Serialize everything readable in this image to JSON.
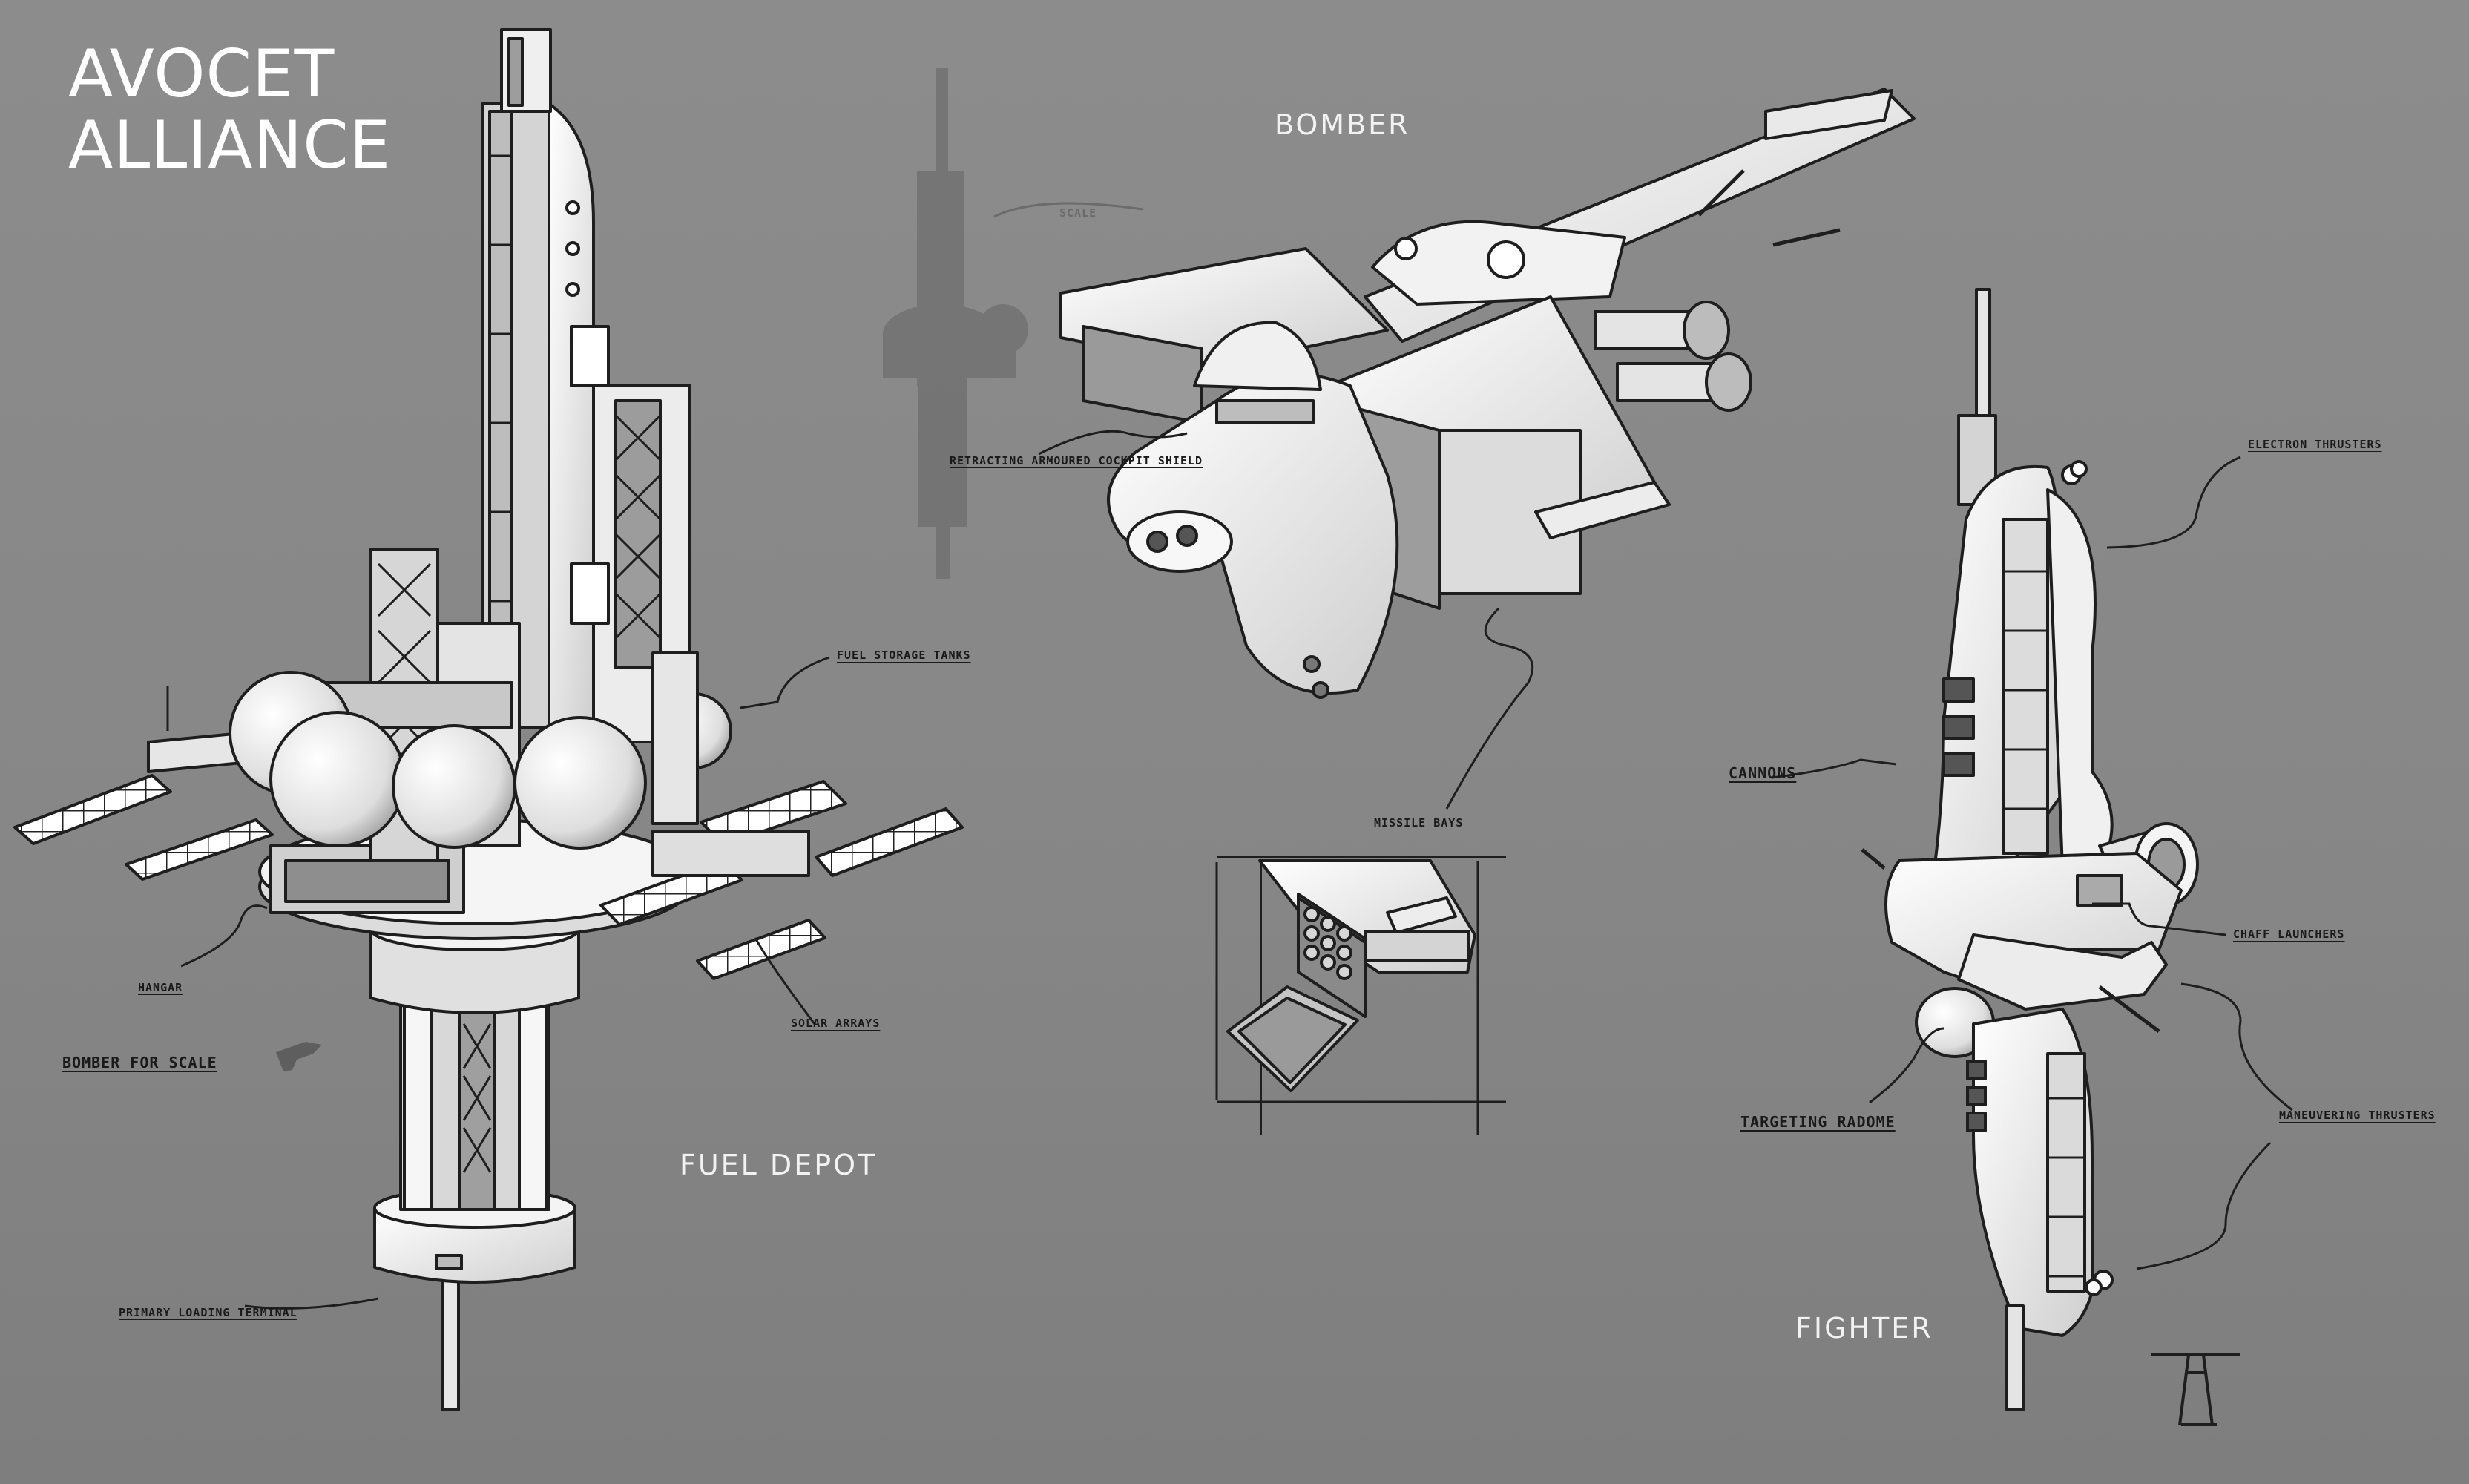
{
  "title": {
    "line1": "AVOCET",
    "line2": "ALLIANCE"
  },
  "sections": {
    "fuel_depot": "FUEL DEPOT",
    "bomber": "BOMBER",
    "fighter": "FIGHTER"
  },
  "annotations": {
    "fuel_storage_tanks": "FUEL STORAGE TANKS",
    "hangar": "HANGAR",
    "solar_arrays": "SOLAR ARRAYS",
    "bomber_for_scale": "BOMBER FOR SCALE",
    "primary_loading_terminal": "PRIMARY LOADING TERMINAL",
    "retracting_cockpit_shield": "RETRACTING ARMOURED COCKPIT SHIELD",
    "missile_bays": "MISSILE BAYS",
    "electron_thrusters": "ELECTRON THRUSTERS",
    "cannons": "CANNONS",
    "chaff_launchers": "CHAFF LAUNCHERS",
    "targeting_radome": "TARGETING RADOME",
    "maneuvering_thrusters": "MANEUVERING THRUSTERS",
    "scale": "SCALE"
  },
  "colors": {
    "background": "#888888",
    "hull": "#f4f4f4",
    "shadow": "#a9a9a9",
    "ink": "#1e1e1e",
    "silhouette": "#6f6f6f"
  }
}
